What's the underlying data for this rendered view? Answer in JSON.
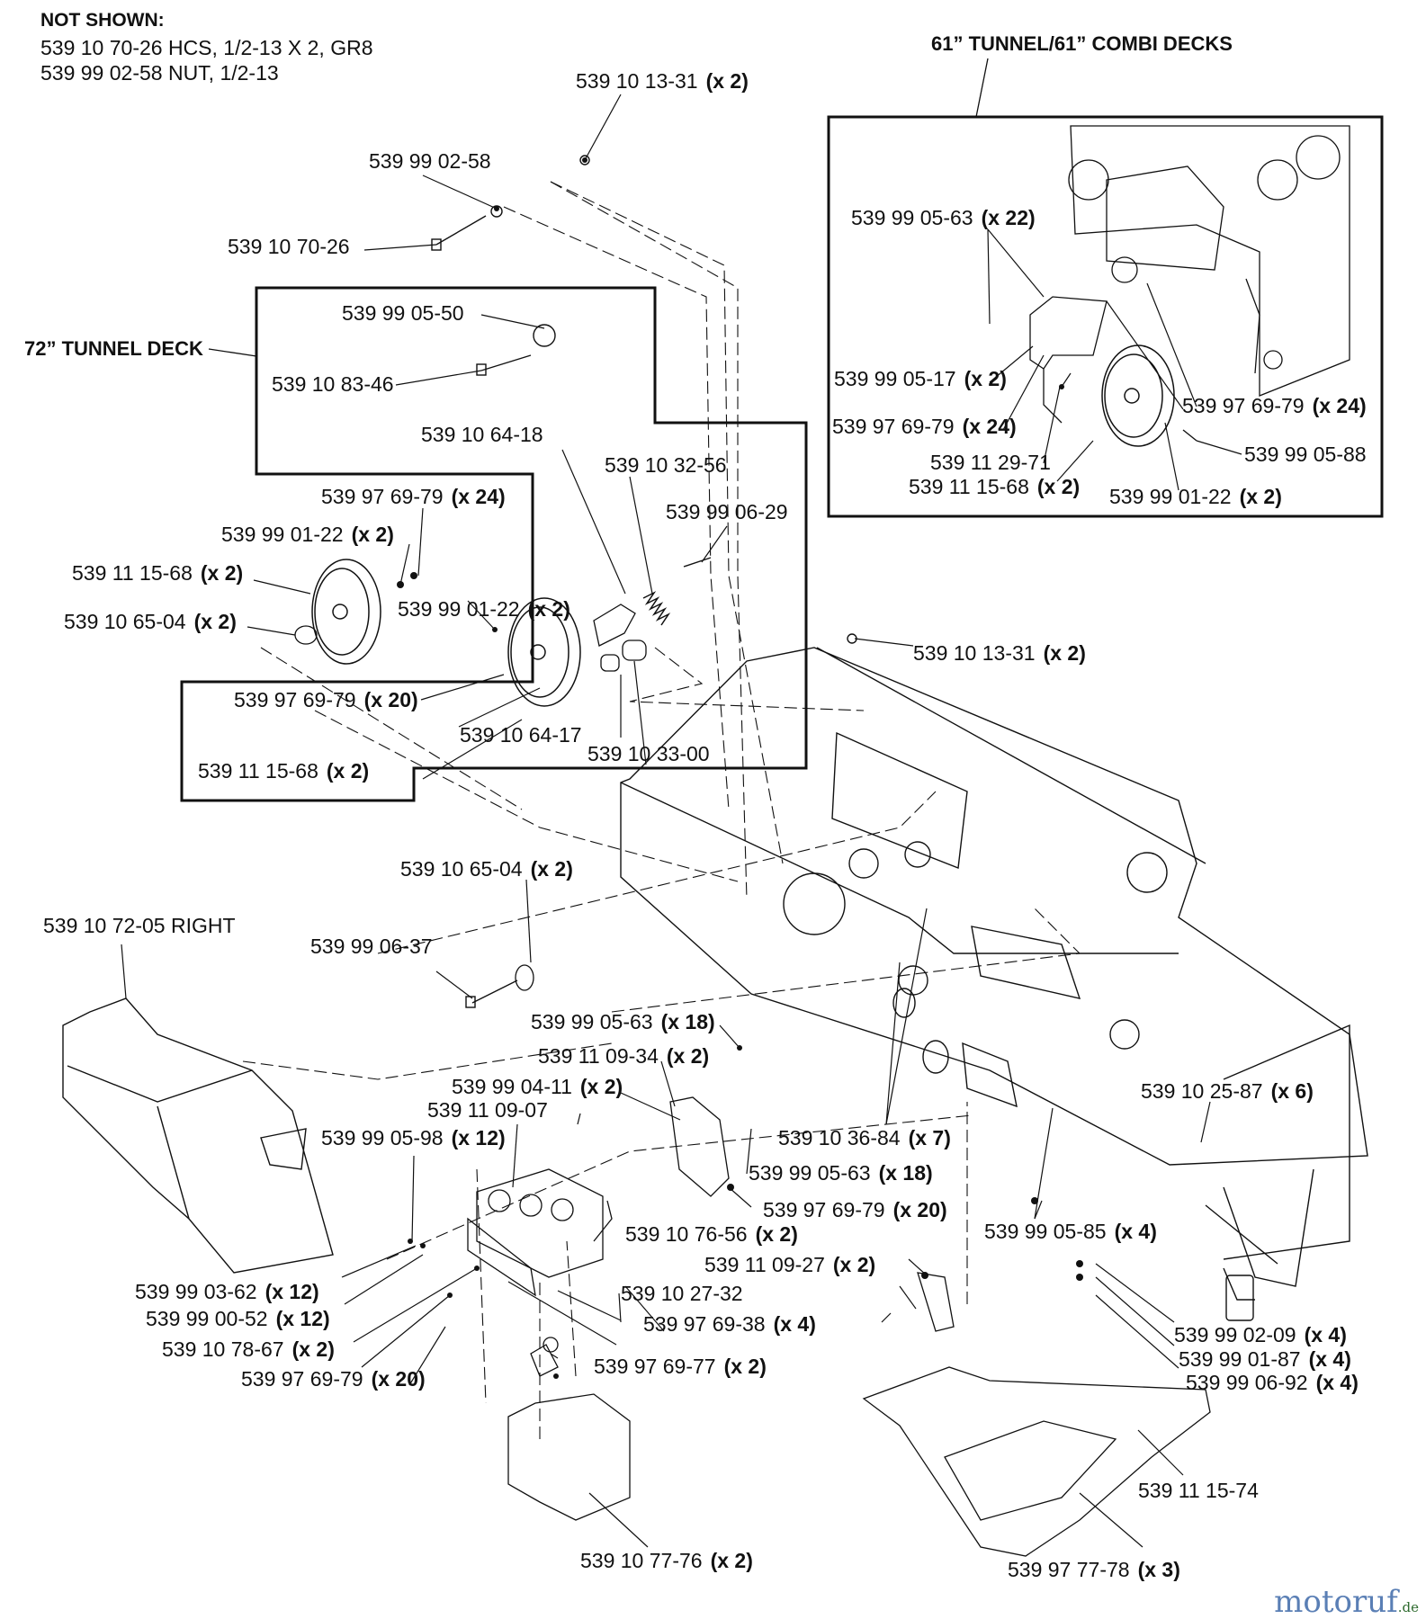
{
  "not_shown": {
    "title": "NOT SHOWN:",
    "lines": [
      "539 10 70-26  HCS, 1/2-13 X 2, GR8",
      "539 99 02-58  NUT, 1/2-13"
    ]
  },
  "section_headers": {
    "tunnel_72": "72” TUNNEL DECK",
    "tunnel_61": "61” TUNNEL/61” COMBI DECKS"
  },
  "callouts": [
    {
      "part": "539 10 13-31",
      "qty": "(x 2)"
    },
    {
      "part": "539 99 02-58",
      "qty": ""
    },
    {
      "part": "539 10 70-26",
      "qty": ""
    },
    {
      "part": "539 99 05-50",
      "qty": ""
    },
    {
      "part": "539 10 83-46",
      "qty": ""
    },
    {
      "part": "539 10 64-18",
      "qty": ""
    },
    {
      "part": "539 10 32-56",
      "qty": ""
    },
    {
      "part": "539 99 06-29",
      "qty": ""
    },
    {
      "part": "539 97 69-79",
      "qty": "(x 24)"
    },
    {
      "part": "539 99 01-22",
      "qty": "(x 2)"
    },
    {
      "part": "539 11 15-68",
      "qty": "(x 2)"
    },
    {
      "part": "539 99 01-22",
      "qty": "(x 2)"
    },
    {
      "part": "539 10 65-04",
      "qty": "(x 2)"
    },
    {
      "part": "539 97 69-79",
      "qty": "(x 20)"
    },
    {
      "part": "539 10 64-17",
      "qty": ""
    },
    {
      "part": "539 10 33-00",
      "qty": ""
    },
    {
      "part": "539 11 15-68",
      "qty": "(x 2)"
    },
    {
      "part": "539 99 05-63",
      "qty": "(x 22)"
    },
    {
      "part": "539 99 05-17",
      "qty": "(x 2)"
    },
    {
      "part": "539 97 69-79",
      "qty": "(x 24)"
    },
    {
      "part": "539 11 29-71",
      "qty": ""
    },
    {
      "part": "539 11 15-68",
      "qty": "(x 2)"
    },
    {
      "part": "539 99 01-22",
      "qty": "(x 2)"
    },
    {
      "part": "539 97 69-79",
      "qty": "(x 24)"
    },
    {
      "part": "539 99 05-88",
      "qty": ""
    },
    {
      "part": "539 10 13-31",
      "qty": "(x 2)"
    },
    {
      "part": "539 10 65-04",
      "qty": "(x 2)"
    },
    {
      "part": "539 10 72-05 RIGHT",
      "qty": ""
    },
    {
      "part": "539 99 06-37",
      "qty": ""
    },
    {
      "part": "539 99 05-63",
      "qty": "(x 18)"
    },
    {
      "part": "539 11 09-34",
      "qty": "(x 2)"
    },
    {
      "part": "539 99 04-11",
      "qty": "(x 2)"
    },
    {
      "part": "539 11 09-07",
      "qty": ""
    },
    {
      "part": "539 99 05-98",
      "qty": "(x 12)"
    },
    {
      "part": "539 10 36-84",
      "qty": "(x 7)"
    },
    {
      "part": "539 99 05-63",
      "qty": "(x 18)"
    },
    {
      "part": "539 97 69-79",
      "qty": "(x 20)"
    },
    {
      "part": "539 10 76-56",
      "qty": "(x 2)"
    },
    {
      "part": "539 99 05-85",
      "qty": "(x 4)"
    },
    {
      "part": "539 10 25-87",
      "qty": "(x 6)"
    },
    {
      "part": "539 11 09-27",
      "qty": "(x 2)"
    },
    {
      "part": "539 10 27-32",
      "qty": ""
    },
    {
      "part": "539 97 69-38",
      "qty": "(x 4)"
    },
    {
      "part": "539 97 69-77",
      "qty": "(x 2)"
    },
    {
      "part": "539 99 03-62",
      "qty": "(x 12)"
    },
    {
      "part": "539 99 00-52",
      "qty": "(x 12)"
    },
    {
      "part": "539 10 78-67",
      "qty": "(x 2)"
    },
    {
      "part": "539 97 69-79",
      "qty": "(x 20)"
    },
    {
      "part": "539 99 02-09",
      "qty": "(x 4)"
    },
    {
      "part": "539 99 01-87",
      "qty": "(x 4)"
    },
    {
      "part": "539 99 06-92",
      "qty": "(x 4)"
    },
    {
      "part": "539 11 15-74",
      "qty": ""
    },
    {
      "part": "539 10 77-76",
      "qty": "(x 2)"
    },
    {
      "part": "539 97 77-78",
      "qty": "(x 3)"
    }
  ],
  "watermark": {
    "brand": "motoruf",
    "tld": ".de"
  }
}
